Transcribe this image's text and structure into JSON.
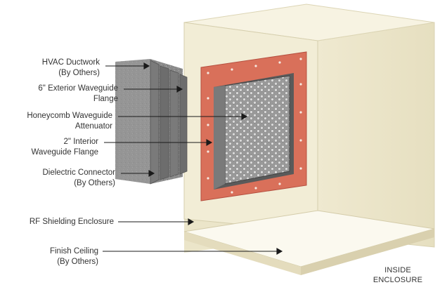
{
  "diagram": {
    "callouts": [
      {
        "id": "hvac-ductwork",
        "lines": [
          "HVAC Ductwork",
          "(By Others)"
        ]
      },
      {
        "id": "exterior-flange",
        "lines": [
          "6\" Exterior Waveguide",
          "Flange"
        ]
      },
      {
        "id": "honeycomb",
        "lines": [
          "Honeycomb Waveguide",
          "Attenuator"
        ]
      },
      {
        "id": "interior-flange",
        "lines": [
          "2\" Interior",
          "Waveguide Flange"
        ]
      },
      {
        "id": "dielectric",
        "lines": [
          "Dielectric Connector",
          "(By Others)"
        ]
      },
      {
        "id": "rf-enclosure",
        "lines": [
          "RF Shielding Enclosure"
        ]
      },
      {
        "id": "finish-ceiling",
        "lines": [
          "Finish Ceiling",
          "(By Others)"
        ]
      }
    ],
    "inside_label": [
      "INSIDE",
      "ENCLOSURE"
    ],
    "colors": {
      "enclosure_panel": "#f2edd6",
      "enclosure_shadow": "#e8e2c4",
      "flange": "#d9705a",
      "honeycomb": "#8f8f8f",
      "ductwork": "#8c8c8c",
      "ceiling": "#fbf9ef"
    }
  }
}
